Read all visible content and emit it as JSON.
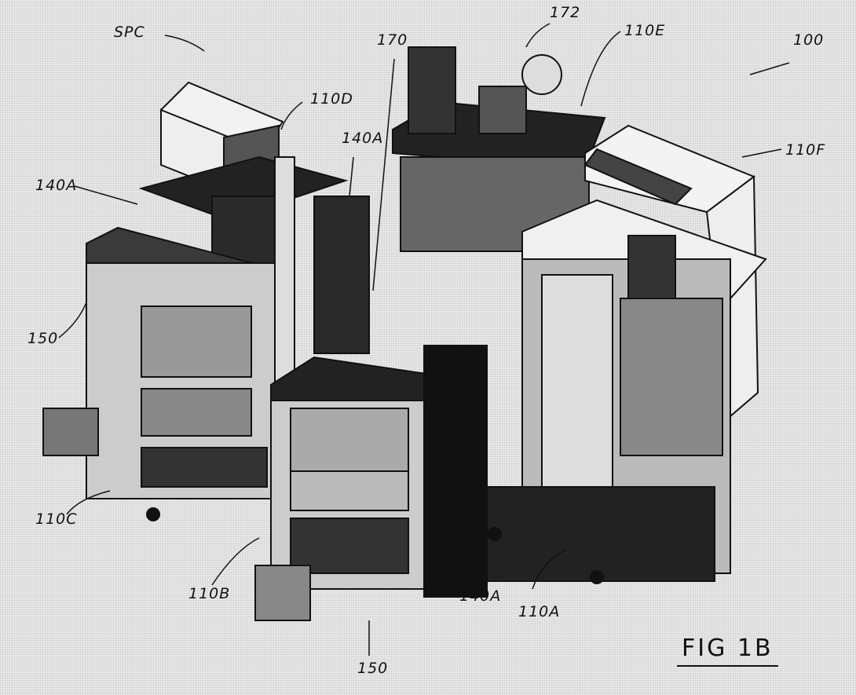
{
  "figure_label": "FIG 1B",
  "reference_labels": {
    "system": "SPC",
    "assembly": "100",
    "r172": "172",
    "r170": "170",
    "r110E": "110E",
    "r110D": "110D",
    "r140A_top_left": "140A",
    "r140A_top_mid": "140A",
    "r110F": "110F",
    "r150_left": "150",
    "r110C": "110C",
    "r110B": "110B",
    "r150_bottom": "150",
    "r140A_bottom": "140A",
    "r110A": "110A"
  }
}
